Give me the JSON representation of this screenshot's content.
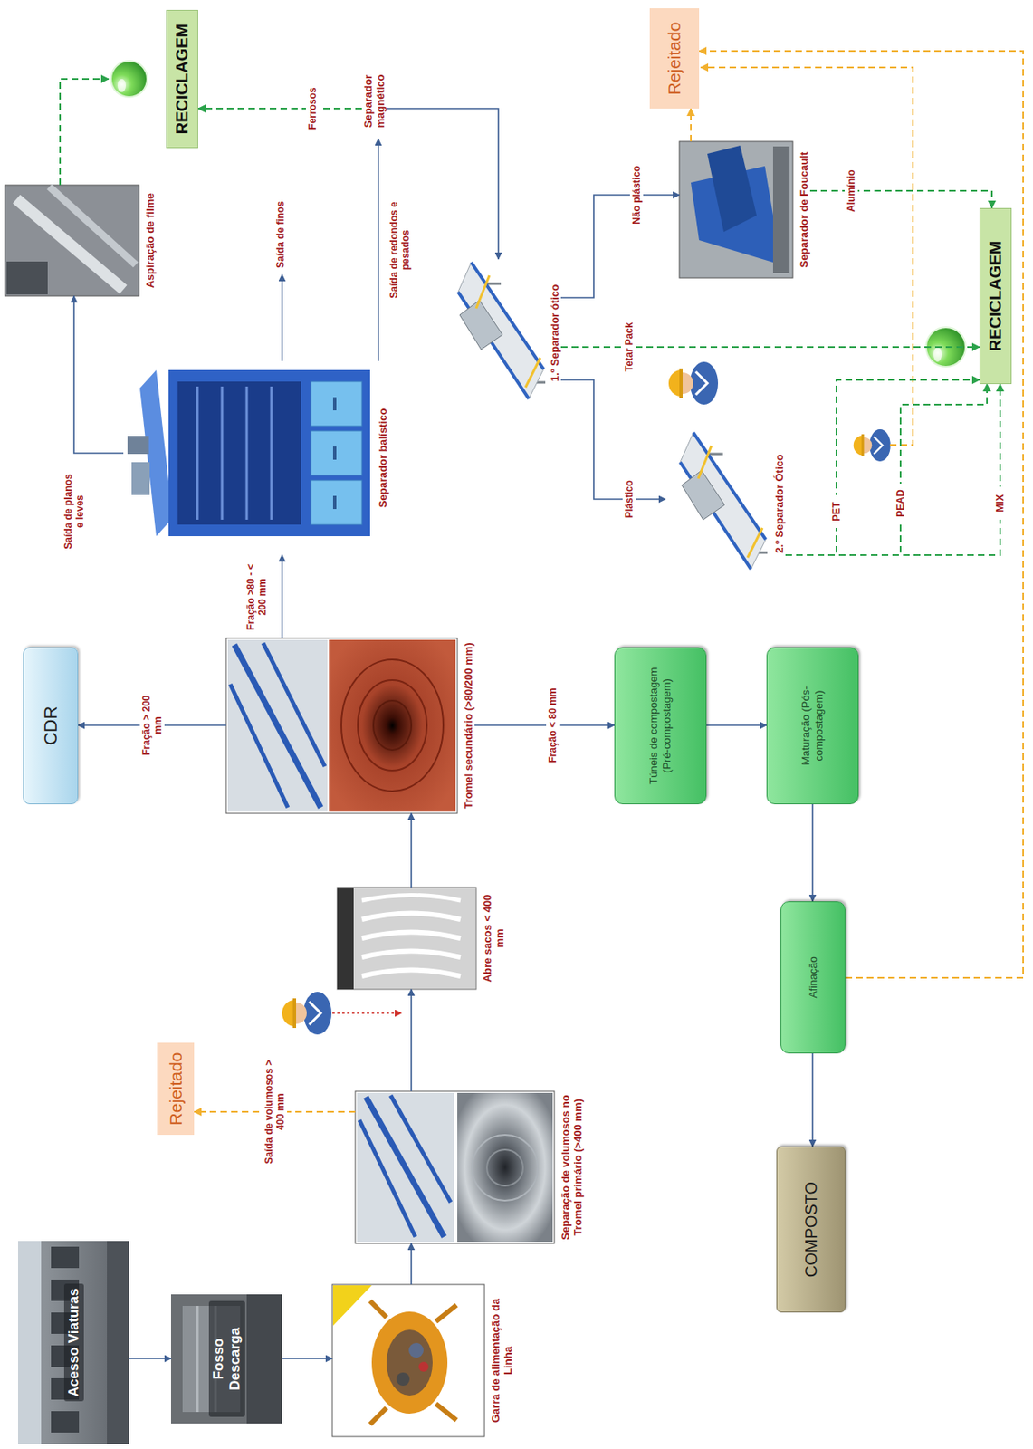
{
  "diagram": {
    "nodes": [
      {
        "text": [
          "Acesso Viaturas"
        ]
      },
      {
        "text": [
          "Fosso Descarga"
        ]
      },
      {
        "text": [
          "Garra de alimentação da Linha"
        ]
      },
      {
        "text": [
          "Rejeitado"
        ]
      },
      {
        "text": [
          "Separação de volumosos no Tromel primário (>400 mm)"
        ]
      },
      {
        "text": [
          "Abre sacos < 400 mm"
        ]
      },
      {
        "text": [
          "CDR"
        ]
      },
      {
        "text": [
          "Tromel secundário (>80/200 mm)"
        ]
      },
      {
        "text": [
          "Túneis de compostagem (Pré-compostagem)"
        ]
      },
      {
        "text": [
          "Maturação (Pós-compostagem)"
        ]
      },
      {
        "text": [
          "Afinação"
        ]
      },
      {
        "text": [
          "COMPOSTO"
        ]
      },
      {
        "text": [
          "Separador balístico"
        ]
      },
      {
        "text": [
          "Aspiração de filme"
        ]
      },
      {
        "text": [
          "RECICLAGEM"
        ]
      },
      {
        "text": [
          "Separador magnético"
        ]
      },
      {
        "text": [
          "1.º Separador ótico"
        ]
      },
      {
        "text": [
          "2.º Separador Ótico"
        ]
      },
      {
        "text": [
          "Separador de Foucault"
        ]
      },
      {
        "text": [
          "Rejeitado"
        ]
      },
      {
        "text": [
          "RECICLAGEM"
        ]
      }
    ],
    "edges": [
      {
        "from": 0,
        "to": 1,
        "arrow": "to"
      },
      {
        "from": 1,
        "to": 2,
        "arrow": "to"
      },
      {
        "from": 2,
        "to": 4,
        "arrow": "to"
      },
      {
        "from": 4,
        "to": 3,
        "label": "Saída de volumosos > 400 mm",
        "arrow": "to"
      },
      {
        "from": 4,
        "to": 5,
        "arrow": "to"
      },
      {
        "from": 5,
        "to": 7,
        "arrow": "to"
      },
      {
        "from": 7,
        "to": 6,
        "label": "Fração > 200 mm",
        "arrow": "to"
      },
      {
        "from": 7,
        "to": 12,
        "label": "Fração >80 - < 200 mm",
        "arrow": "to"
      },
      {
        "from": 7,
        "to": 8,
        "label": "Fração < 80 mm",
        "arrow": "to"
      },
      {
        "from": 8,
        "to": 9,
        "arrow": "to"
      },
      {
        "from": 9,
        "to": 10,
        "arrow": "to"
      },
      {
        "from": 10,
        "to": 11,
        "arrow": "to"
      },
      {
        "from": 10,
        "to": 19,
        "arrow": "to"
      },
      {
        "from": 12,
        "to": 13,
        "label": "Saída de planos e leves",
        "arrow": "to"
      },
      {
        "from": 12,
        "to": 15,
        "label": "Saída de redondos e pesados",
        "arrow": "to"
      },
      {
        "from": 15,
        "to": 14,
        "label": "Ferrosos",
        "arrow": "to"
      },
      {
        "from": 15,
        "to": 16,
        "arrow": "to"
      },
      {
        "from": 16,
        "to": 17,
        "label": "Plástico",
        "arrow": "to"
      },
      {
        "from": 16,
        "to": 20,
        "label": "Tetar Pack",
        "arrow": "to"
      },
      {
        "from": 16,
        "to": 18,
        "label": "Não plástico",
        "arrow": "to"
      },
      {
        "from": 17,
        "to": 20,
        "label": "PET",
        "arrow": "to"
      },
      {
        "from": 17,
        "to": 20,
        "label": "PEAD",
        "arrow": "to"
      },
      {
        "from": 17,
        "to": 20,
        "label": "MIX",
        "arrow": "to"
      },
      {
        "from": 18,
        "to": 20,
        "label": "Alumínio",
        "arrow": "to"
      },
      {
        "from": 18,
        "to": 19,
        "arrow": "to"
      }
    ],
    "labels": [
      "Saída de finos"
    ]
  }
}
